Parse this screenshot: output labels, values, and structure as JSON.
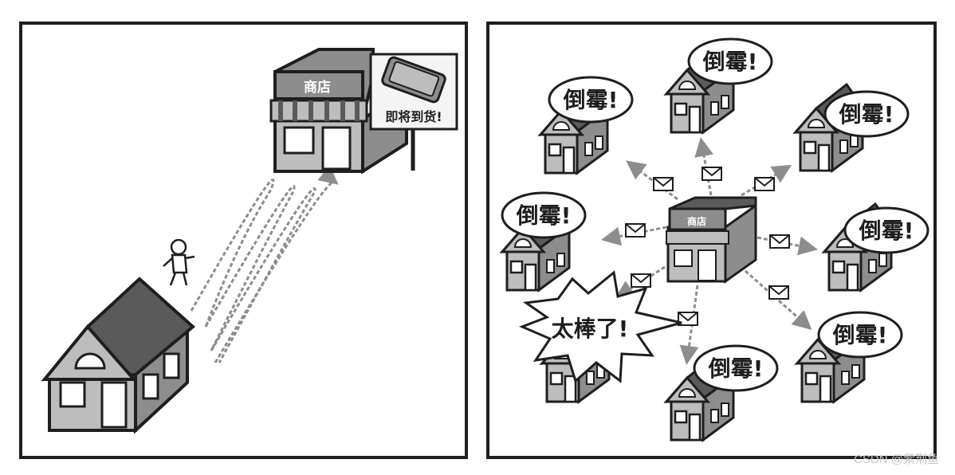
{
  "left_panel": {
    "store_sign": "商店",
    "billboard_text": "即将到货!"
  },
  "right_panel": {
    "store_sign": "商店",
    "bubble_unlucky": "倒霉!",
    "bubble_great": "太棒了!"
  },
  "watermark": "CSDN @紫荆鱼"
}
